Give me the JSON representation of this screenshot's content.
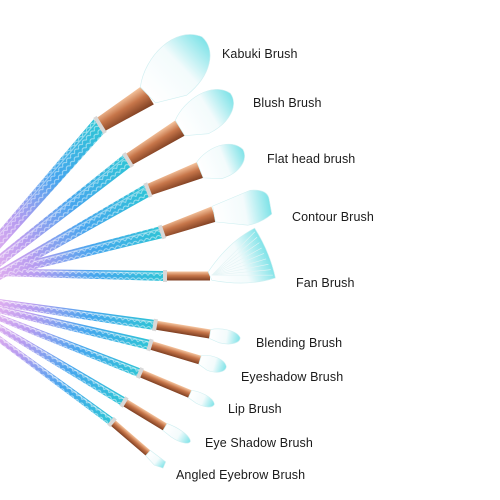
{
  "photo": {
    "subject": "mermaid-makeup-brush-set",
    "colors": {
      "handle_teal": "#2ec4d6",
      "handle_blue": "#46a6ee",
      "handle_pink": "#f3b7ee",
      "ferrule_rose_gold": "#c7764a",
      "bristle_white": "#ffffff",
      "bristle_teal": "#7fe3e8"
    }
  },
  "brushes": [
    {
      "label": "Kabuki Brush"
    },
    {
      "label": "Blush Brush"
    },
    {
      "label": "Flat head brush"
    },
    {
      "label": "Contour Brush"
    },
    {
      "label": "Fan Brush"
    },
    {
      "label": "Blending Brush"
    },
    {
      "label": "Eyeshadow Brush"
    },
    {
      "label": "Lip Brush"
    },
    {
      "label": "Eye Shadow Brush"
    },
    {
      "label": "Angled Eyebrow Brush"
    }
  ]
}
